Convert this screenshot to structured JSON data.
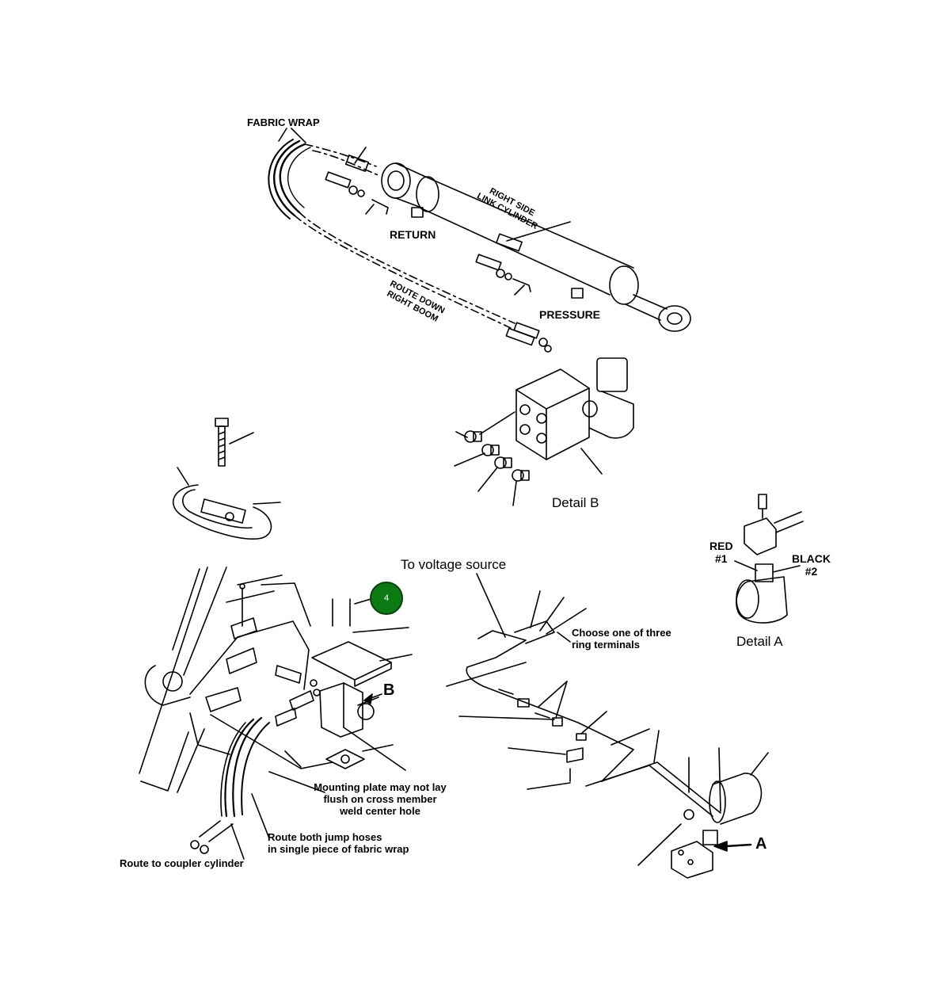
{
  "labels": {
    "fabric_wrap": "FABRIC WRAP",
    "right_side_link_cylinder": [
      "RIGHT SIDE",
      "LINK CYLINDER"
    ],
    "return": "RETURN",
    "route_down_right_boom": [
      "ROUTE DOWN",
      "RIGHT BOOM"
    ],
    "pressure": "PRESSURE",
    "detail_b": "Detail B",
    "red": "RED",
    "red_num": "#1",
    "black": "BLACK",
    "black_num": "#2",
    "detail_a": "Detail A",
    "to_voltage_source": "To voltage source",
    "choose_ring_terminals": [
      "Choose one of three",
      "ring terminals"
    ],
    "marker_b": "B",
    "marker_a": "A",
    "mounting_plate_note": [
      "Mounting plate may not lay",
      "flush on cross member",
      "weld center hole"
    ],
    "route_jump_hoses": [
      "Route both jump hoses",
      "in single piece of fabric wrap"
    ],
    "route_to_coupler": "Route to coupler cylinder"
  },
  "callout": {
    "number": "4",
    "color": "#0b7a13"
  }
}
